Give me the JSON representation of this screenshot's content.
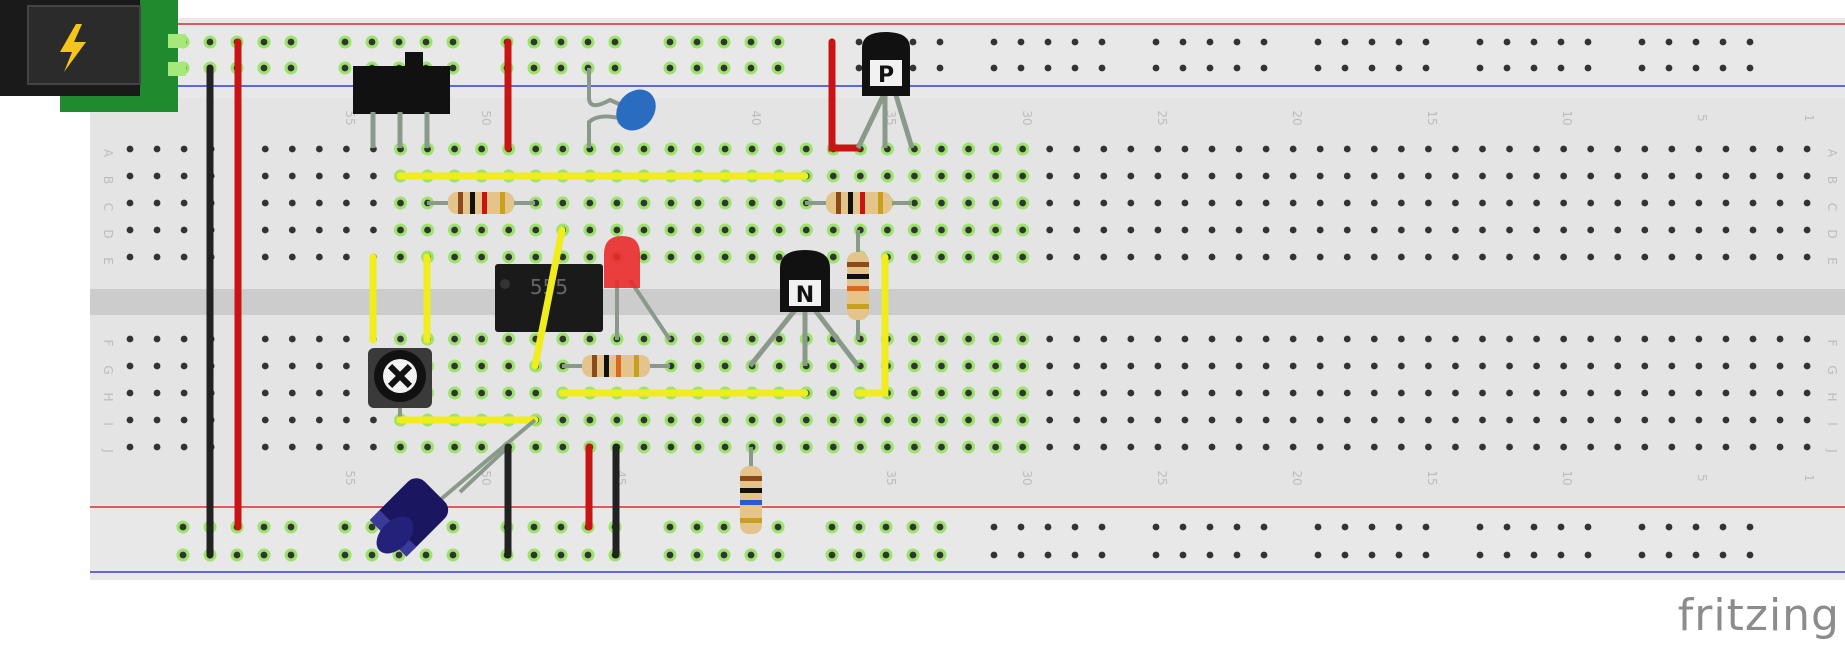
{
  "app": {
    "logo_text": "fritzing"
  },
  "breadboard": {
    "row_letters_top": [
      "A",
      "B",
      "C",
      "D",
      "E"
    ],
    "row_letters_bottom": [
      "F",
      "G",
      "H",
      "I",
      "J"
    ],
    "column_labels": [
      "55",
      "50",
      "45",
      "40",
      "35",
      "30",
      "25",
      "20",
      "15",
      "10",
      "5",
      "1"
    ],
    "colors": {
      "board": "#e3e3e3",
      "channel": "#cfcfcf",
      "hole": "#333333",
      "hole_active": "#9be36b",
      "rail_red": "#d62f2f",
      "rail_blue": "#2f3fd6"
    }
  },
  "components": {
    "ic_label": "555",
    "pnp_label": "P",
    "npn_label": "N",
    "power_icon": "lightning-bolt-icon"
  },
  "wire_colors": {
    "red": "#c81414",
    "black": "#222222",
    "yellow": "#f0ec1e"
  }
}
